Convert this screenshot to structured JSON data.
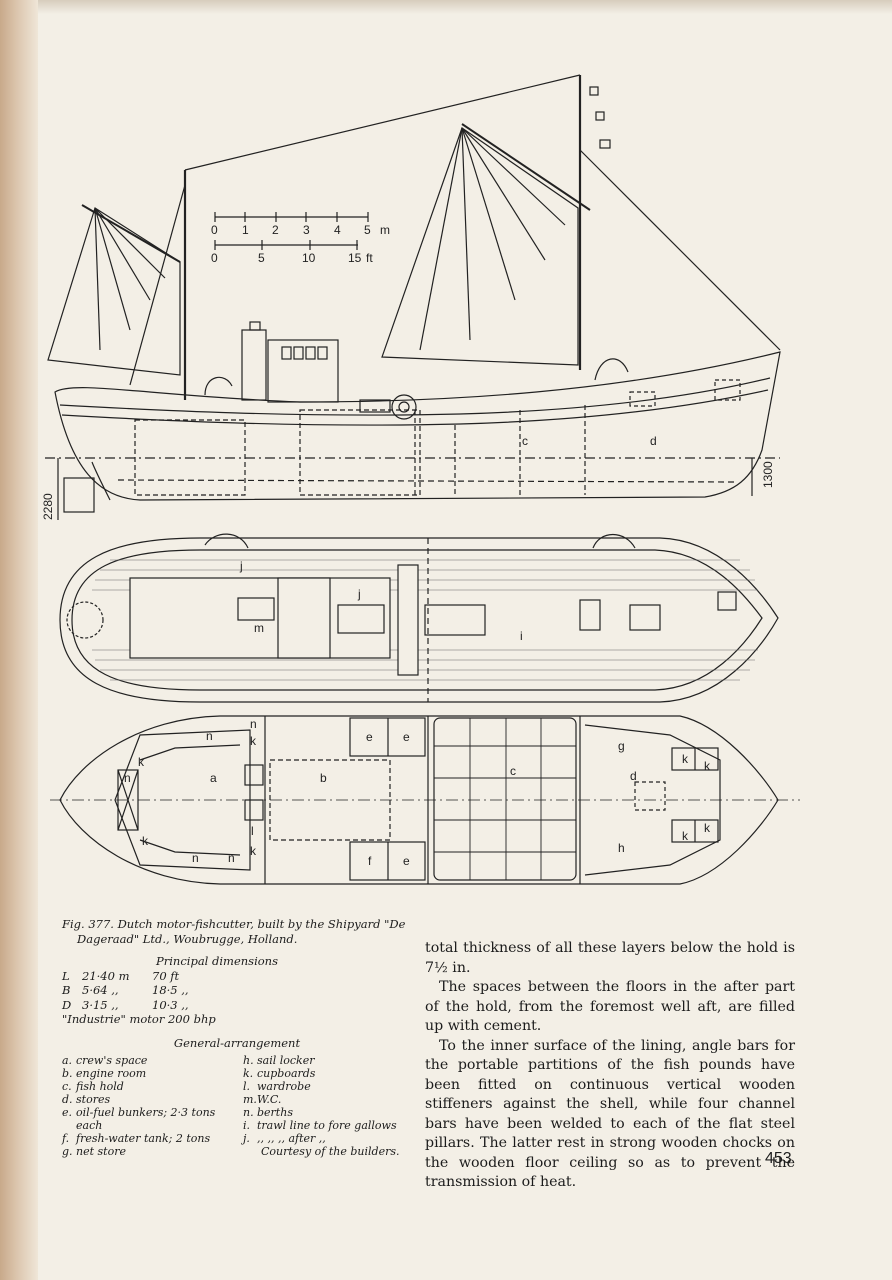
{
  "figure": {
    "caption": "Fig. 377. Dutch motor-fishcutter, built by the Shipyard \"De Dageraad\" Ltd., Woubrugge, Holland.",
    "principal_dimensions_title": "Principal dimensions",
    "dimensions": [
      {
        "sym": "L",
        "metric": "21·40 m",
        "imperial": "70  ft"
      },
      {
        "sym": "B",
        "metric": "5·64 ,,",
        "imperial": "18·5 ,,"
      },
      {
        "sym": "D",
        "metric": "3·15 ,,",
        "imperial": "10·3 ,,"
      }
    ],
    "motor": "\"Industrie\" motor 200 bhp",
    "general_arrangement_title": "General-arrangement",
    "legend_left": [
      {
        "key": "a.",
        "text": "crew's space"
      },
      {
        "key": "b.",
        "text": "engine room"
      },
      {
        "key": "c.",
        "text": "fish hold"
      },
      {
        "key": "d.",
        "text": "stores"
      },
      {
        "key": "e.",
        "text": "oil-fuel bunkers; 2·3 tons each"
      },
      {
        "key": "f.",
        "text": "fresh-water tank; 2 tons"
      },
      {
        "key": "g.",
        "text": "net store"
      }
    ],
    "legend_right": [
      {
        "key": "h.",
        "text": "sail locker"
      },
      {
        "key": "k.",
        "text": "cupboards"
      },
      {
        "key": "l.",
        "text": "wardrobe"
      },
      {
        "key": "m.",
        "text": "W.C."
      },
      {
        "key": "n.",
        "text": "berths"
      },
      {
        "key": "i.",
        "text": "trawl line to fore gallows"
      },
      {
        "key": "j.",
        "text": ",,    ,,   ,, after   ,,"
      }
    ],
    "credit": "Courtesy of the builders.",
    "scale_m": [
      "0",
      "1",
      "2",
      "3",
      "4",
      "5",
      "m"
    ],
    "scale_ft": [
      "0",
      "5",
      "10",
      "15",
      "ft"
    ],
    "dim_depth": "2280",
    "dim_draft": "1300",
    "labels": {
      "a": "a",
      "b": "b",
      "c": "c",
      "d": "d",
      "e": "e",
      "f": "f",
      "g": "g",
      "h": "h",
      "i": "i",
      "j": "j",
      "k": "k",
      "l": "l",
      "m": "m",
      "n": "n"
    }
  },
  "body": {
    "paragraphs": [
      "total thickness of all these layers below the hold is 7½ in.",
      "The spaces between the floors in the after part of the hold, from the foremost well aft, are filled up with cement.",
      "To the inner surface of the lining, angle bars for the portable partitions of the fish pounds have been fitted on continuous vertical wooden stiffeners against the shell, while four channel bars have been welded to each of the flat steel pillars. The latter rest in strong wooden chocks on the wooden floor ceiling so as to prevent the transmission of heat."
    ]
  },
  "page_number": "453"
}
